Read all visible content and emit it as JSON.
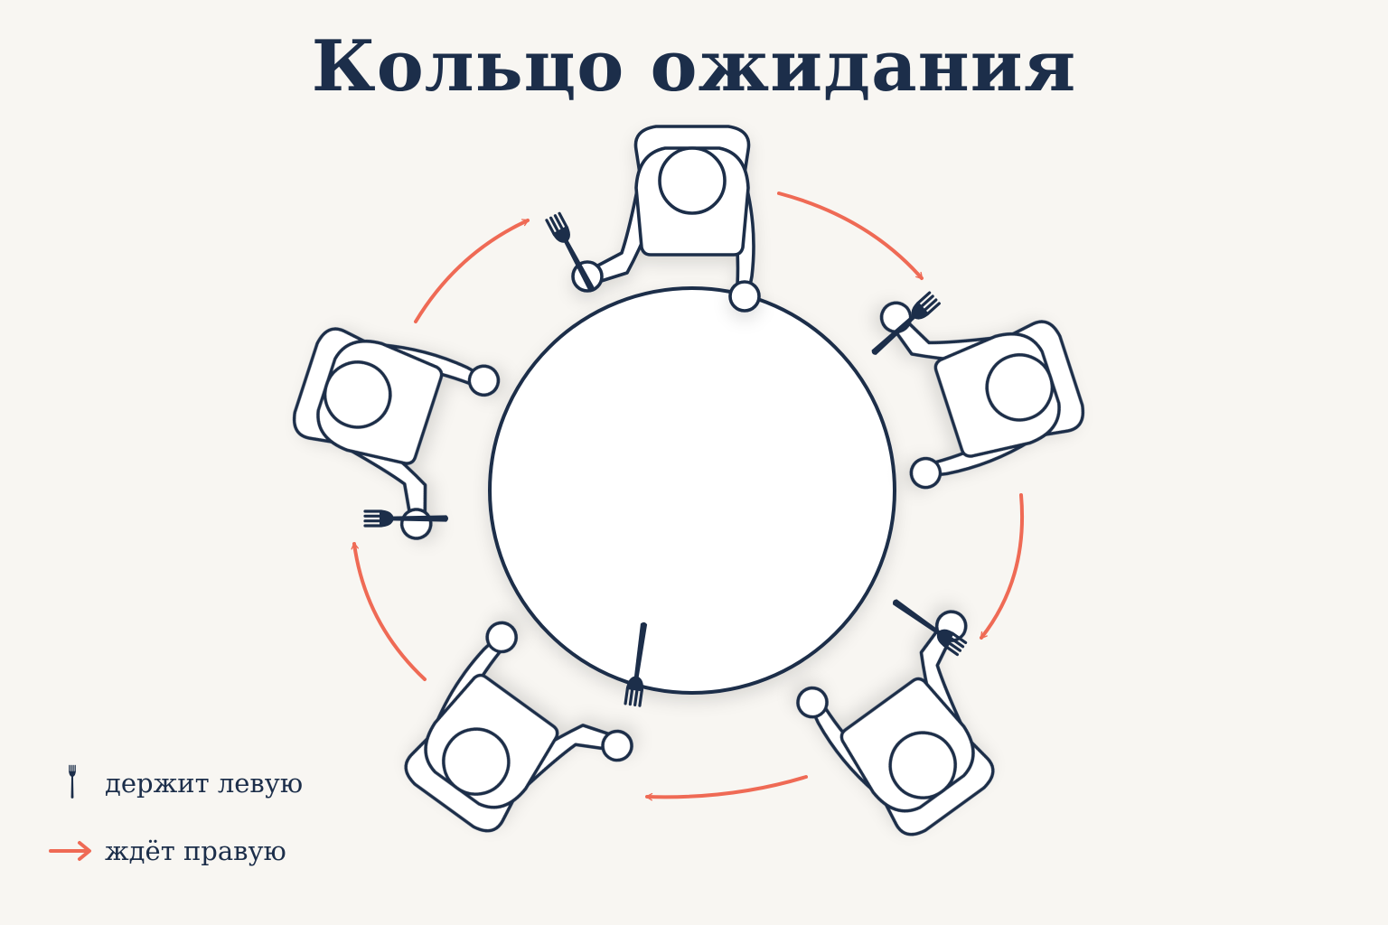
{
  "title": "Кольцо ожидания",
  "colors": {
    "background": "#f8f6f2",
    "ink": "#1c2e4a",
    "arrow": "#ef6a55",
    "fill": "#ffffff"
  },
  "diagram": {
    "type": "cycle",
    "philosophers": [
      {
        "id": "p1",
        "position": "top"
      },
      {
        "id": "p2",
        "position": "right"
      },
      {
        "id": "p3",
        "position": "bottom-right"
      },
      {
        "id": "p4",
        "position": "bottom-left"
      },
      {
        "id": "p5",
        "position": "left"
      }
    ],
    "forks": 5,
    "arrows": [
      {
        "from": "p1",
        "to": "p2"
      },
      {
        "from": "p2",
        "to": "p3"
      },
      {
        "from": "p3",
        "to": "p4"
      },
      {
        "from": "p4",
        "to": "p5"
      },
      {
        "from": "p5",
        "to": "p1"
      }
    ]
  },
  "legend": [
    {
      "icon": "fork-icon",
      "label": "держит левую"
    },
    {
      "icon": "arrow-icon",
      "label": "ждёт правую"
    }
  ]
}
